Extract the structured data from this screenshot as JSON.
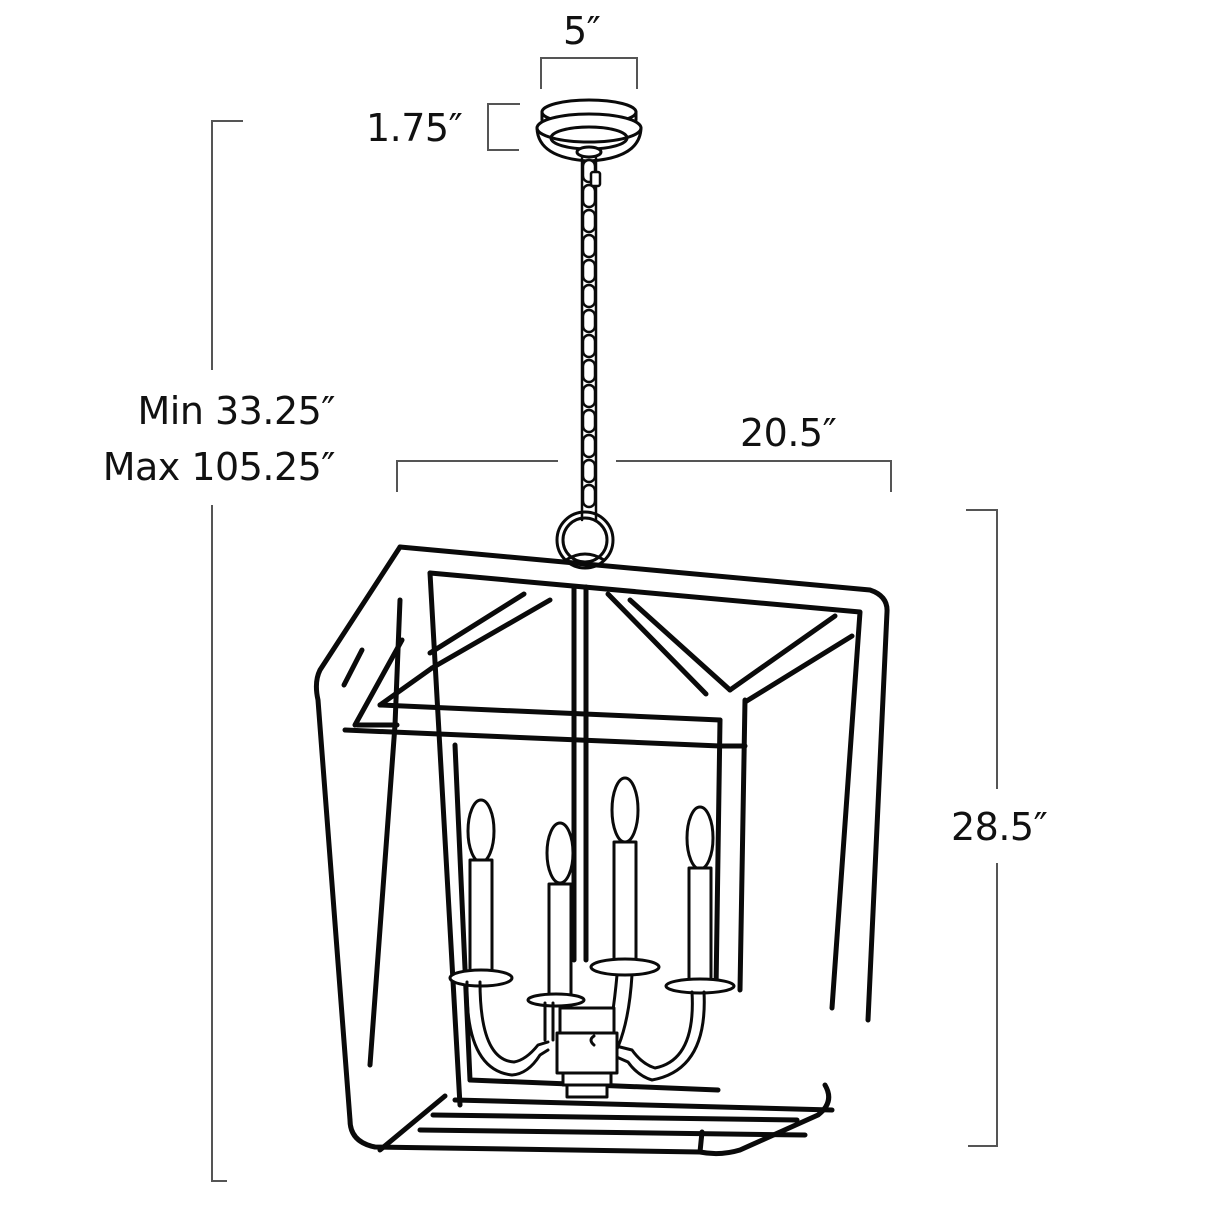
{
  "diagram": {
    "subject": "four-light lantern pendant",
    "line_color": "#0a0a0a",
    "dimension_line_color": "#555555",
    "background": "#ffffff"
  },
  "dimensions": {
    "canopy_width": "5″",
    "canopy_height": "1.75″",
    "overall_height_min": "Min 33.25″",
    "overall_height_max": "Max 105.25″",
    "fixture_width": "20.5″",
    "fixture_height": "28.5″"
  },
  "components": {
    "canopy": "canopy-icon",
    "chain": "chain-icon",
    "ring": "ring-icon",
    "frame": "lantern-frame-icon",
    "candles": [
      "candle-icon",
      "candle-icon",
      "candle-icon",
      "candle-icon"
    ],
    "candle_count": 4
  }
}
